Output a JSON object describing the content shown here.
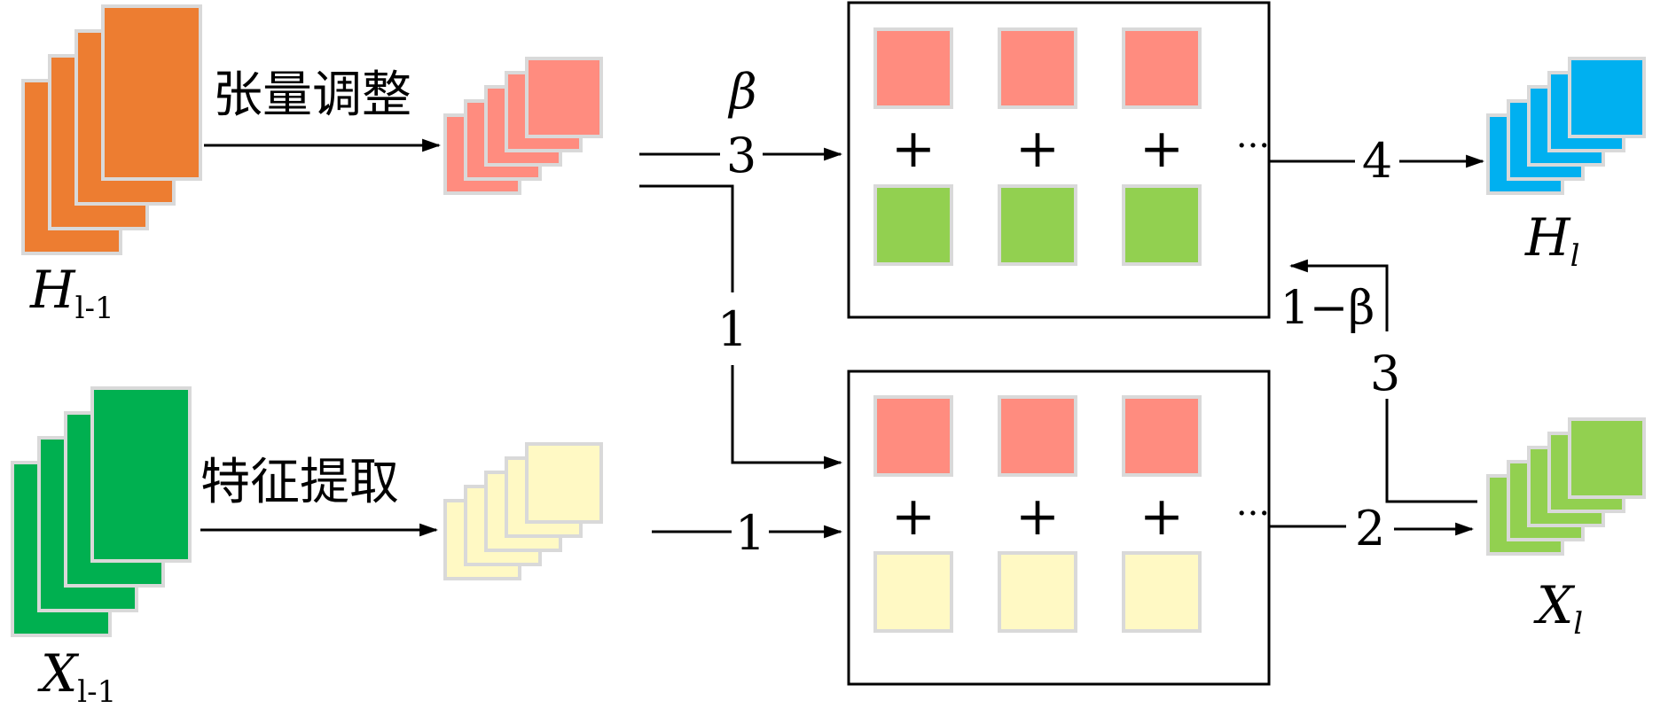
{
  "colors": {
    "orange": "#ED7D31",
    "salmon": "#FF8C7F",
    "dark_green": "#00B050",
    "light_yellow": "#FFF9C4",
    "blue": "#00B0F0",
    "light_green": "#92D050",
    "frame_edge": "#D9D9D9"
  },
  "inputs": {
    "h_prev": {
      "base": "H",
      "sub": "l-1"
    },
    "x_prev": {
      "base": "X",
      "sub": "l-1"
    }
  },
  "operations": {
    "tensor_adjust": "张量调整",
    "feature_extract": "特征提取"
  },
  "outputs": {
    "h_out": {
      "base": "H",
      "sub": "l"
    },
    "x_out": {
      "base": "X",
      "sub": "l"
    }
  },
  "edges": {
    "top_path_step": "3",
    "top_path_weight": "β",
    "cross_path_step": "1",
    "bottom_path_step": "1",
    "top_out_step": "4",
    "bottom_out_step": "2",
    "feedback_step": "3",
    "feedback_weight": "1−β"
  },
  "fusion": {
    "plus": "+",
    "ellipsis": "···"
  }
}
